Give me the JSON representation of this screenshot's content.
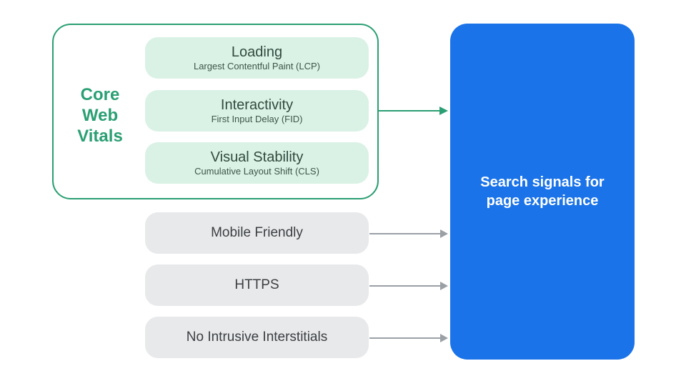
{
  "colors": {
    "accent_green": "#2a9f73",
    "mint_fill": "#d9f2e5",
    "gray_fill": "#e8e9eb",
    "blue_fill": "#1a73e8",
    "dark_text": "#3c4043",
    "vital_text": "#31493f",
    "arrow_gray": "#9aa0a6",
    "result_text": "#ffffff"
  },
  "core_web_vitals": {
    "label": "Core Web Vitals",
    "items": [
      {
        "title": "Loading",
        "subtitle": "Largest Contentful Paint (LCP)"
      },
      {
        "title": "Interactivity",
        "subtitle": "First Input Delay (FID)"
      },
      {
        "title": "Visual Stability",
        "subtitle": "Cumulative Layout Shift (CLS)"
      }
    ]
  },
  "other_signals": [
    {
      "label": "Mobile Friendly"
    },
    {
      "label": "HTTPS"
    },
    {
      "label": "No Intrusive Interstitials"
    }
  ],
  "result_panel": {
    "label": "Search signals for page experience"
  }
}
